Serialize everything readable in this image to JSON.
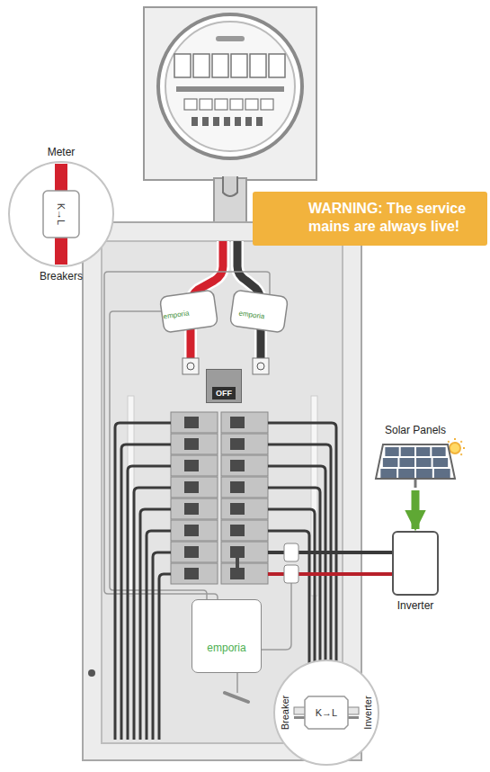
{
  "diagram": {
    "nodes": [
      {
        "text": [
          "WARNING: The service mains are always live!"
        ]
      },
      {
        "text": [
          "Meter",
          "K→L",
          "Breakers"
        ]
      },
      {
        "text": [
          "OFF"
        ]
      },
      {
        "text": [
          "Solar Panels"
        ]
      },
      {
        "text": [
          "Inverter"
        ]
      },
      {
        "text": [
          "emporia"
        ]
      },
      {
        "text": [
          "Breaker",
          "K→L",
          "Inverter"
        ]
      }
    ],
    "edges": [
      {
        "from": 3,
        "to": 4,
        "arrow": "to"
      }
    ],
    "labels": [
      "emporia",
      "emporia"
    ]
  }
}
